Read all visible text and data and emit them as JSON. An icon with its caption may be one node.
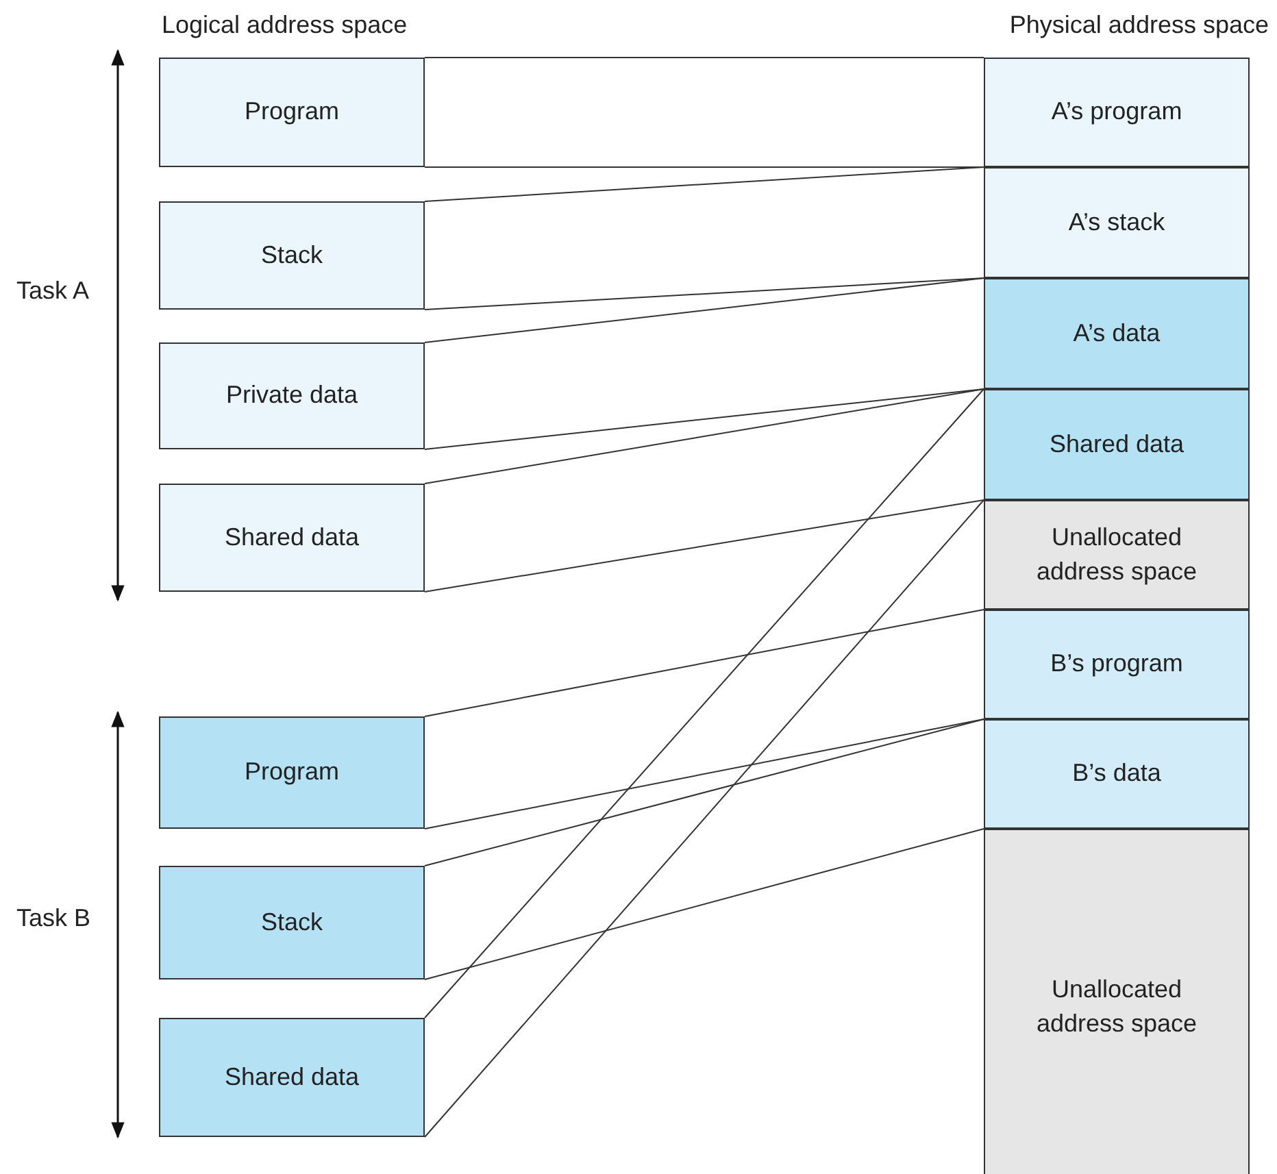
{
  "diagram": {
    "nodes": [
      {
        "text": [
          "Program"
        ]
      },
      {
        "text": [
          "Stack"
        ]
      },
      {
        "text": [
          "Private data"
        ]
      },
      {
        "text": [
          "Shared data"
        ]
      },
      {
        "text": [
          "Program"
        ]
      },
      {
        "text": [
          "Stack"
        ]
      },
      {
        "text": [
          "Shared data"
        ]
      },
      {
        "text": [
          "A’s program"
        ]
      },
      {
        "text": [
          "A’s stack"
        ]
      },
      {
        "text": [
          "A’s data"
        ]
      },
      {
        "text": [
          "Shared data"
        ]
      },
      {
        "text": [
          "Unallocated address space"
        ]
      },
      {
        "text": [
          "B’s program"
        ]
      },
      {
        "text": [
          "B’s data"
        ]
      },
      {
        "text": [
          "Unallocated address space"
        ]
      }
    ],
    "edges": [
      {
        "from": 0,
        "to": 7,
        "arrow": "none"
      },
      {
        "from": 0,
        "to": 7,
        "arrow": "none"
      },
      {
        "from": 1,
        "to": 8,
        "arrow": "none"
      },
      {
        "from": 1,
        "to": 8,
        "arrow": "none"
      },
      {
        "from": 2,
        "to": 9,
        "arrow": "none"
      },
      {
        "from": 2,
        "to": 9,
        "arrow": "none"
      },
      {
        "from": 3,
        "to": 10,
        "arrow": "none"
      },
      {
        "from": 3,
        "to": 10,
        "arrow": "none"
      },
      {
        "from": 4,
        "to": 12,
        "arrow": "none"
      },
      {
        "from": 4,
        "to": 12,
        "arrow": "none"
      },
      {
        "from": 5,
        "to": 13,
        "arrow": "none"
      },
      {
        "from": 5,
        "to": 13,
        "arrow": "none"
      },
      {
        "from": 6,
        "to": 10,
        "arrow": "none"
      },
      {
        "from": 6,
        "to": 10,
        "arrow": "none"
      }
    ],
    "labels": [
      "Logical address space",
      "Physical address space",
      "Task A",
      "Task B"
    ]
  }
}
